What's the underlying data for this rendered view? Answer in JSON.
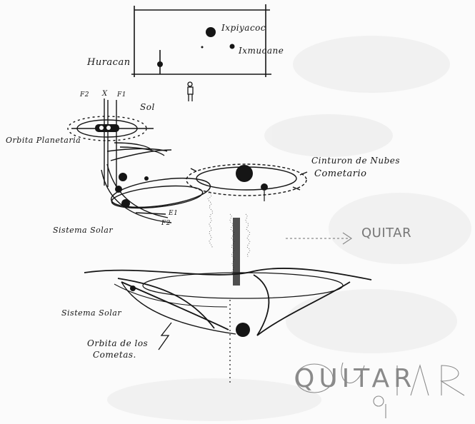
{
  "labels": {
    "ixpiyacoc": "Ixpiyacoc",
    "ixmucane": "Ixmucane",
    "huracan": "Huracan",
    "sol": "Sol",
    "orbita_planetaria": "Orbita Planetaria",
    "f2_top": "F2",
    "x_top": "X",
    "f1_top": "F1",
    "cinturon_line1": "Cinturon de Nubes",
    "cinturon_line2": "Cometario",
    "sistema_solar_upper": "Sistema Solar",
    "e1": "E1",
    "f2_bottom": "F2",
    "quitar_arrow": "QUITAR",
    "sistema_solar_lower": "Sistema Solar",
    "orbita_cometas_line1": "Orbita de los",
    "orbita_cometas_line2": "Cometas.",
    "quitar_bottom": "QUITAR"
  },
  "colors": {
    "ink": "#151515",
    "paper": "#fbfbfb",
    "smudge": "#e6e6e6",
    "pencil": "#6f6f6f"
  }
}
